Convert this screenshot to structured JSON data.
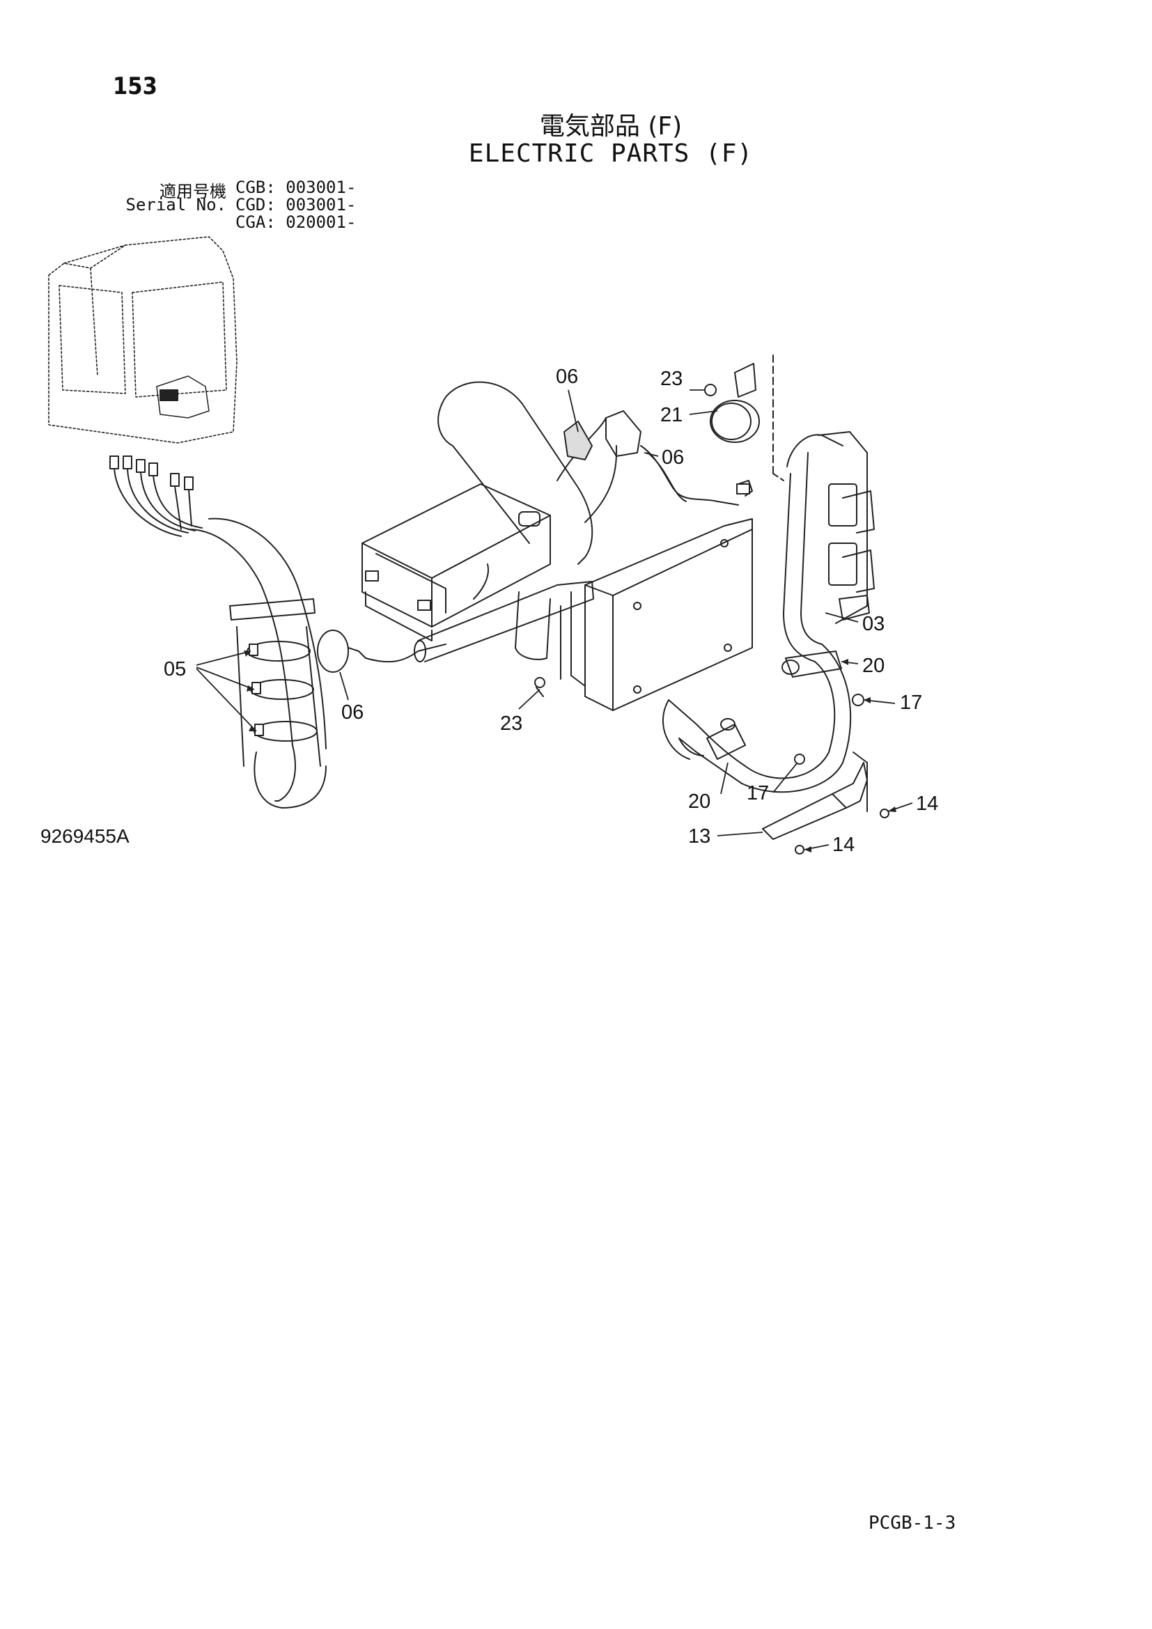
{
  "page_number": "153",
  "title_jp": "電気部品 (F)",
  "title_en": "ELECTRIC PARTS (F)",
  "serial": {
    "label_jp": "適用号機",
    "label_en": "Serial No.",
    "entries": [
      "CGB: 003001-",
      "CGD: 003001-",
      "CGA: 020001-"
    ]
  },
  "callouts": {
    "c03": "03",
    "c05": "05",
    "c06_top": "06",
    "c06_right": "06",
    "c06_bottom": "06",
    "c13": "13",
    "c14_upper": "14",
    "c14_lower": "14",
    "c17_right": "17",
    "c17_bottom": "17",
    "c20_right": "20",
    "c20_bottom": "20",
    "c21": "21",
    "c23_top": "23",
    "c23_bottom": "23"
  },
  "drawing_number": "9269455A",
  "page_code": "PCGB-1-3"
}
